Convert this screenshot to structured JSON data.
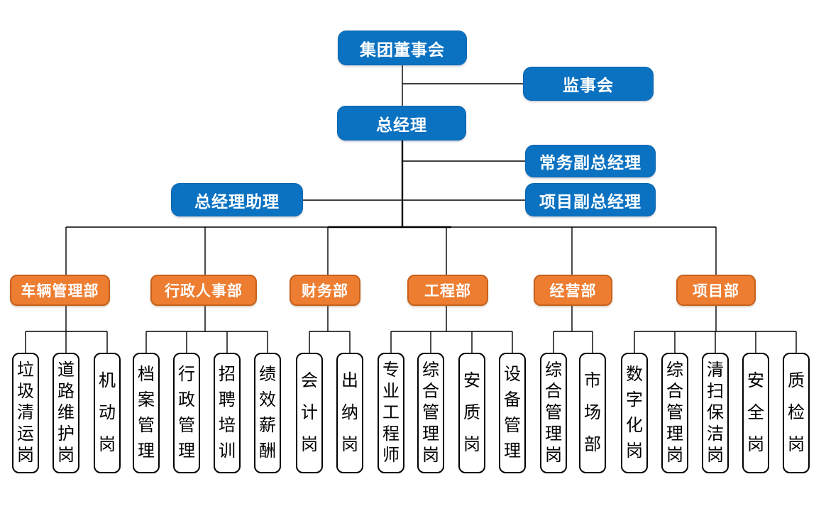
{
  "palette": {
    "blue": "#0B72C2",
    "blue_border": "#0A65AD",
    "orange": "#ED7D31",
    "orange_border": "#C6611C",
    "node_bg": "#FFFFFF",
    "line": "#000000",
    "text_light": "#FFFFFF",
    "text_dark": "#000000",
    "background": "#FFFFFF"
  },
  "org": {
    "root": {
      "label": "集团董事会"
    },
    "supervisory": {
      "label": "监事会"
    },
    "gm": {
      "label": "总经理"
    },
    "exec_deputy": {
      "label": "常务副总经理"
    },
    "gm_assistant": {
      "label": "总经理助理"
    },
    "project_deputy": {
      "label": "项目副总经理"
    },
    "departments": [
      {
        "id": "vehicle-management",
        "label": "车辆管理部",
        "children": [
          "垃圾清运岗",
          "道路维护岗",
          "机动岗"
        ]
      },
      {
        "id": "admin-hr",
        "label": "行政人事部",
        "children": [
          "档案管理",
          "行政管理",
          "招聘培训",
          "绩效薪酬"
        ]
      },
      {
        "id": "finance",
        "label": "财务部",
        "children": [
          "会计岗",
          "出纳岗"
        ]
      },
      {
        "id": "engineering",
        "label": "工程部",
        "children": [
          "专业工程师",
          "综合管理岗",
          "安质岗",
          "设备管理"
        ]
      },
      {
        "id": "business",
        "label": "经营部",
        "children": [
          "综合管理岗",
          "市场部"
        ]
      },
      {
        "id": "project",
        "label": "项目部",
        "children": [
          "数字化岗",
          "综合管理岗",
          "清扫保洁岗",
          "安全岗",
          "质检岗"
        ]
      }
    ]
  }
}
